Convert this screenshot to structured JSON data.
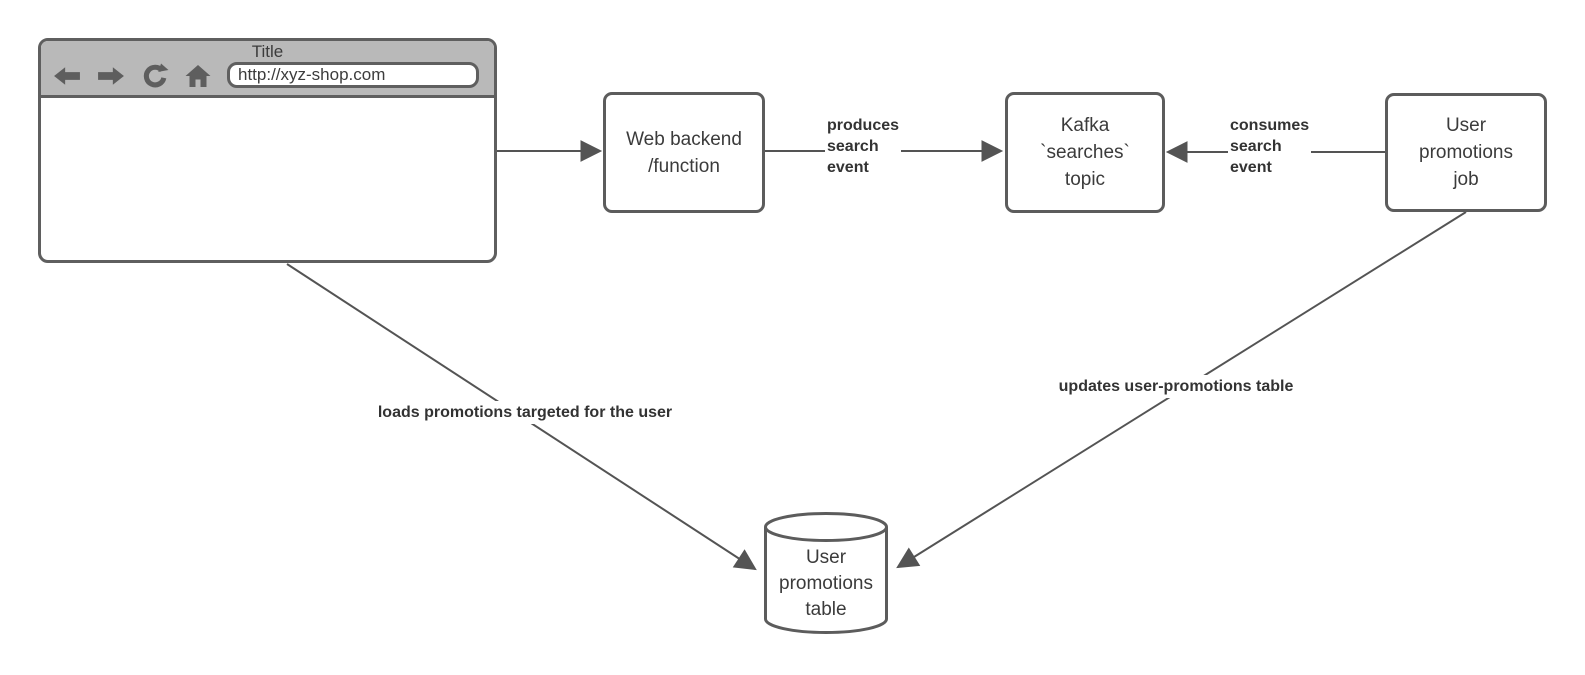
{
  "colors": {
    "connector": "#545454",
    "box_border": "#5c5c5c",
    "browser_header": "#b9b9b9",
    "browser_border": "#5f5f5f",
    "icon_gray": "#5e5e5e",
    "node_text": "#3b3b3b",
    "label_text": "#333333"
  },
  "browser": {
    "title": "Title",
    "url": "http://xyz-shop.com",
    "nav_icons": [
      "back-icon",
      "forward-icon",
      "refresh-icon",
      "home-icon"
    ]
  },
  "nodes": {
    "web_backend": {
      "label": "Web backend\n/function"
    },
    "kafka_topic": {
      "label": "Kafka\n`searches`\ntopic"
    },
    "promotions_job": {
      "label": "User\npromotions\njob"
    },
    "promotions_table": {
      "label": "User\npromotions\ntable"
    }
  },
  "edges": {
    "browser_to_backend": {
      "label": ""
    },
    "produces": {
      "label": "produces\nsearch\nevent"
    },
    "consumes": {
      "label": "consumes\nsearch\nevent"
    },
    "loads": {
      "label": "loads promotions targeted for the user"
    },
    "updates": {
      "label": "updates user-promotions table"
    }
  }
}
